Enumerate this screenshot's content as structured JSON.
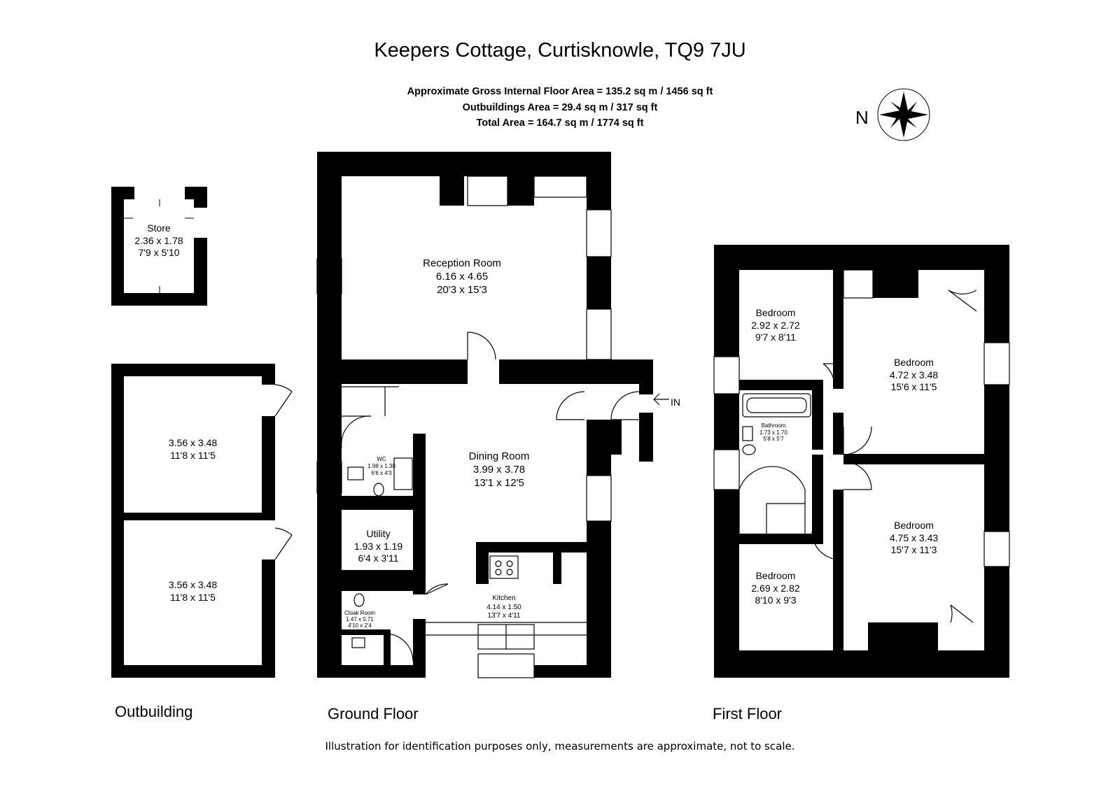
{
  "title": "Keepers Cottage, Curtisknowle, TQ9 7JU",
  "areas": {
    "gross_internal": "Approximate Gross Internal Floor Area  = 135.2 sq m  / 1456 sq ft",
    "outbuildings": "Outbuildings Area = 29.4 sq m  / 317 sq ft",
    "total": "Total Area = 164.7 sq m  / 1774 sq ft"
  },
  "compass": {
    "label": "N",
    "icon": "compass-rose-icon"
  },
  "entrance": {
    "label": "IN",
    "icon": "entrance-arrow-icon"
  },
  "floors": {
    "outbuilding": {
      "label": "Outbuilding",
      "rooms": [
        {
          "name": "Store",
          "metric": "2.36 x 1.78",
          "imperial": "7'9 x 5'10"
        },
        {
          "name": "",
          "metric": "3.56 x 3.48",
          "imperial": "11'8 x 11'5"
        },
        {
          "name": "",
          "metric": "3.56 x 3.48",
          "imperial": "11'8 x 11'5"
        }
      ]
    },
    "ground": {
      "label": "Ground Floor",
      "rooms": [
        {
          "name": "Reception Room",
          "metric": "6.16 x 4.65",
          "imperial": "20'3 x 15'3"
        },
        {
          "name": "Dining Room",
          "metric": "3.99 x 3.78",
          "imperial": "13'1 x 12'5"
        },
        {
          "name": "WC",
          "metric": "1.98 x 1.30",
          "imperial": "6'6 x 4'3"
        },
        {
          "name": "Utility",
          "metric": "1.93 x 1.19",
          "imperial": "6'4 x 3'11"
        },
        {
          "name": "Kitchen",
          "metric": "4.14 x 1.50",
          "imperial": "13'7 x 4'11"
        },
        {
          "name": "Cloak Room",
          "metric": "1.47 x 0.71",
          "imperial": "4'10 x 2'4"
        }
      ]
    },
    "first": {
      "label": "First Floor",
      "rooms": [
        {
          "name": "Bedroom",
          "metric": "2.92 x 2.72",
          "imperial": "9'7 x 8'11"
        },
        {
          "name": "Bedroom",
          "metric": "4.72 x 3.48",
          "imperial": "15'6 x 11'5"
        },
        {
          "name": "Bathroom",
          "metric": "1.73 x 1.70",
          "imperial": "5'8 x 5'7"
        },
        {
          "name": "Bedroom",
          "metric": "4.75 x 3.43",
          "imperial": "15'7 x 11'3"
        },
        {
          "name": "Bedroom",
          "metric": "2.69 x 2.82",
          "imperial": "8'10 x 9'3"
        }
      ]
    }
  },
  "disclaimer": "Illustration for identification purposes only, measurements are approximate, not to scale."
}
